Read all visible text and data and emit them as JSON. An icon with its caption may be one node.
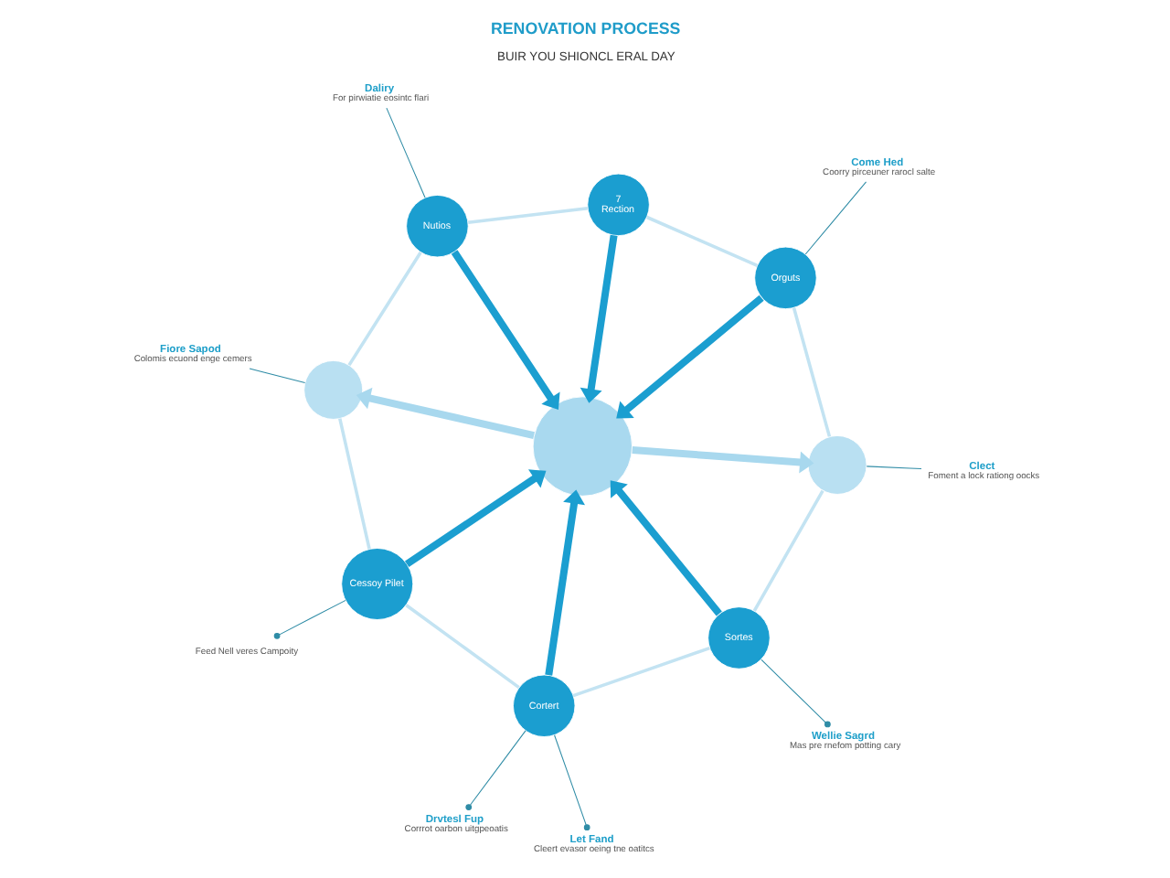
{
  "diagram": {
    "title": "RENOVATION PROCESS",
    "nodes": [
      {
        "text": [
          "Daliry",
          "For pirwiatie eosintc flari"
        ]
      },
      {
        "text": [
          "7",
          "Rection"
        ]
      },
      {
        "text": [
          "Come Hed",
          "Coorry pirceuner rarocl salte"
        ]
      },
      {
        "text": [
          "Nutios"
        ]
      },
      {
        "text": [
          "Orguts"
        ]
      },
      {
        "text": [
          "Fiore Sapod",
          "Colomis ecuond enge cemers"
        ]
      },
      {
        "text": [
          "Clect",
          "Foment a lock rationg oocks"
        ]
      },
      {
        "text": [],
        "shape": "circle"
      },
      {
        "text": [],
        "shape": "circle"
      },
      {
        "text": [],
        "shape": "circle"
      },
      {
        "text": [
          "Cessoy Pilet"
        ]
      },
      {
        "text": [
          "Sortes"
        ]
      },
      {
        "text": [
          "Cortert"
        ]
      },
      {
        "text": [
          "Feed Nell veres Campoity"
        ]
      },
      {
        "text": [
          "Wellie Sagrd",
          "Mas pre rnefom potting cary"
        ]
      },
      {
        "text": [
          "Drvtesl Fup",
          "Corrrot oarbon uitgpeoatis"
        ]
      },
      {
        "text": [
          "Let Fand",
          "Cleert evasor oeing tne oatitcs"
        ]
      }
    ],
    "edges": [
      {
        "from": 1,
        "to": 8,
        "arrow": "to",
        "style": "thick",
        "color": "#1b9ed0"
      },
      {
        "from": 3,
        "to": 8,
        "arrow": "to",
        "style": "thick",
        "color": "#1b9ed0"
      },
      {
        "from": 4,
        "to": 8,
        "arrow": "to",
        "style": "thick",
        "color": "#1b9ed0"
      },
      {
        "from": 8,
        "to": 7,
        "arrow": "to",
        "style": "thick",
        "color": "#a8d8ee"
      },
      {
        "from": 8,
        "to": 9,
        "arrow": "to",
        "style": "thick",
        "color": "#a8d8ee"
      },
      {
        "from": 10,
        "to": 8,
        "arrow": "to",
        "style": "thick",
        "color": "#1b9ed0"
      },
      {
        "from": 11,
        "to": 8,
        "arrow": "to",
        "style": "thick",
        "color": "#1b9ed0"
      },
      {
        "from": 12,
        "to": 8,
        "arrow": "to",
        "style": "thick",
        "color": "#1b9ed0"
      },
      {
        "from": 1,
        "to": 3,
        "arrow": "none",
        "color": "#c3e3f2"
      },
      {
        "from": 3,
        "to": 7,
        "arrow": "none",
        "color": "#c3e3f2"
      },
      {
        "from": 7,
        "to": 10,
        "arrow": "none",
        "color": "#c3e3f2"
      },
      {
        "from": 10,
        "to": 12,
        "arrow": "none",
        "color": "#c3e3f2"
      },
      {
        "from": 12,
        "to": 11,
        "arrow": "none",
        "color": "#c3e3f2"
      },
      {
        "from": 11,
        "to": 9,
        "arrow": "none",
        "color": "#c3e3f2"
      },
      {
        "from": 9,
        "to": 4,
        "arrow": "none",
        "color": "#c3e3f2"
      },
      {
        "from": 4,
        "to": 1,
        "arrow": "none",
        "color": "#c3e3f2"
      },
      {
        "from": 0,
        "to": 3,
        "arrow": "none",
        "color": "#2f8ca6"
      },
      {
        "from": 2,
        "to": 4,
        "arrow": "none",
        "color": "#2f8ca6"
      },
      {
        "from": 5,
        "to": 7,
        "arrow": "none",
        "color": "#2f8ca6"
      },
      {
        "from": 6,
        "to": 9,
        "arrow": "none",
        "color": "#2f8ca6"
      },
      {
        "from": 13,
        "to": 10,
        "arrow": "other",
        "color": "#2f8ca6"
      },
      {
        "from": 14,
        "to": 11,
        "arrow": "other",
        "color": "#2f8ca6"
      },
      {
        "from": 15,
        "to": 12,
        "arrow": "other",
        "color": "#2f8ca6"
      },
      {
        "from": 16,
        "to": 12,
        "arrow": "other",
        "color": "#2f8ca6"
      }
    ],
    "labels": [
      "BUIR YOU SHIONCL ERAL DAY"
    ]
  }
}
